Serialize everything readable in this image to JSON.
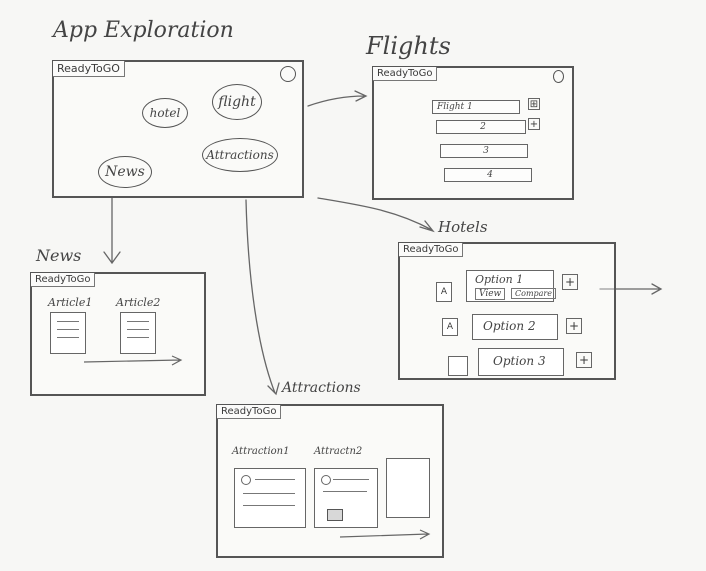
{
  "titles": {
    "main": "App Exploration",
    "flights": "Flights",
    "hotels": "Hotels",
    "news": "News",
    "attractions": "Attractions"
  },
  "app_name": {
    "main": "ReadyToGO",
    "flights": "ReadyToGo",
    "hotels": "ReadyToGo",
    "news": "ReadyToGo",
    "attractions": "ReadyToGo"
  },
  "main_screen": {
    "items": [
      "hotel",
      "flight",
      "Attractions",
      "News"
    ]
  },
  "flights_screen": {
    "rows": [
      "Flight 1",
      "2",
      "3",
      "4"
    ]
  },
  "hotels_screen": {
    "options": [
      "Option 1",
      "Option 2",
      "Option 3"
    ],
    "option1_buttons": [
      "View",
      "Compare"
    ]
  },
  "news_screen": {
    "articles": [
      "Article1",
      "Article2"
    ]
  },
  "attractions_screen": {
    "attractions": [
      "Attraction1",
      "Attractn2"
    ]
  }
}
